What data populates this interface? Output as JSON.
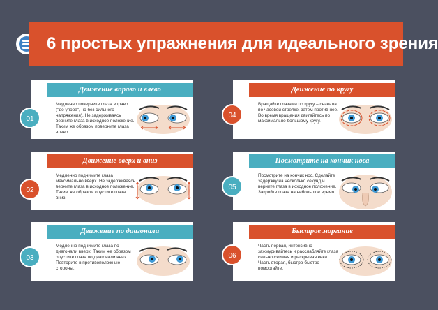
{
  "title": "6 простых упражнения для идеального зрения",
  "exercises": [
    {
      "num": "01",
      "title": "Движение вправо и влево",
      "text": "Медленно поверните глаза вправо (\"до упора\", но без сильного напряжения). Не задерживаясь верните глаза в исходное положение. Таким же образом поверните глаза влево."
    },
    {
      "num": "02",
      "title": "Движение вверх и вниз",
      "text": "Медленно поднимите глаза максимально вверх. Не задерживаясь верните глаза в исходное положение. Таким же образом опустите глаза вниз."
    },
    {
      "num": "03",
      "title": "Движение по диагонали",
      "text": "Медленно поднимите глаза по диагонали вверх. Таким же образом опустите глаза по диагонали вниз. Повторите в противоположные стороны."
    },
    {
      "num": "04",
      "title": "Движение по кругу",
      "text": "Вращайте глазами по кругу – сначала по часовой стрелке, затем против нее. Во время вращения двигайтесь по максимально большому кругу."
    },
    {
      "num": "05",
      "title": "Посмотрите на кончик носа",
      "text": "Посмотрите на кончик нос. Сделайте задержку на несколько секунд и верните глаза в исходное положение. Закройте глаза на небольшое время."
    },
    {
      "num": "06",
      "title": "Быстрое моргание",
      "text": "Часть первая, интенсивно зажмуривайтесь и расслабляйте глаза сильно сжимая и раскрывая веки. Часть вторая, быстро-быстро поморгайте."
    }
  ],
  "colors": {
    "background": "#4b5060",
    "accent_red": "#d9512c",
    "accent_blue": "#4aaec0",
    "iris": "#3f9ad6",
    "skin": "#f4dccb"
  }
}
